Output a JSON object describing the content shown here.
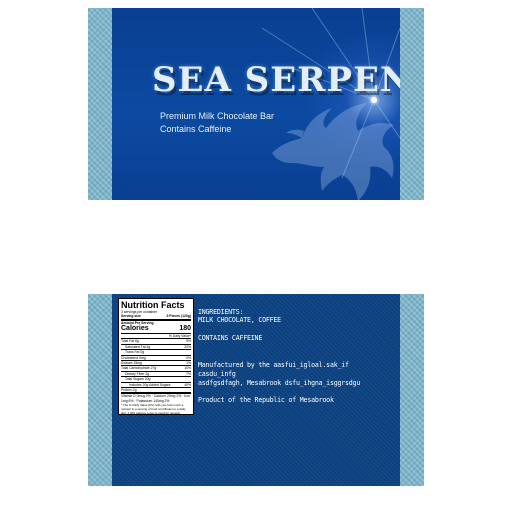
{
  "front": {
    "brand_title": "SEA SERPENT",
    "line1": "Premium Milk Chocolate Bar",
    "line2": "Contains Caffeine"
  },
  "back": {
    "nutrition": {
      "title": "Nutrition Facts",
      "servings_per_container": "3 servings per container",
      "serving_size_label": "Serving size",
      "serving_size_value": "3 Pieces (120g)",
      "amount_per_serving": "Amount Per Serving",
      "calories_label": "Calories",
      "calories_value": "180",
      "dv_header": "% Daily Value*",
      "rows": [
        {
          "label": "Total Fat 8g",
          "dv": "9%",
          "cls": "nf-row"
        },
        {
          "label": "Saturated Fat 4g",
          "dv": "20%",
          "cls": "nf-row indent"
        },
        {
          "label": "Trans Fat 0g",
          "dv": "",
          "cls": "nf-row indent"
        },
        {
          "label": "Cholesterol 0mg",
          "dv": "0%",
          "cls": "nf-row"
        },
        {
          "label": "Sodium 15mg",
          "dv": "1%",
          "cls": "nf-row"
        },
        {
          "label": "Total Carbohydrate 27g",
          "dv": "10%",
          "cls": "nf-row"
        },
        {
          "label": "Dietary Fiber 2g",
          "dv": "7%",
          "cls": "nf-row indent"
        },
        {
          "label": "Total Sugars 20g",
          "dv": "",
          "cls": "nf-row indent"
        },
        {
          "label": "Includes 20g Added Sugars",
          "dv": "40%",
          "cls": "nf-row indent2"
        },
        {
          "label": "Protein 2g",
          "dv": "",
          "cls": "nf-row"
        }
      ],
      "vitamins": "Vitamin D 0mcg 0% · Calcium 20mg 2% · Iron 1mg 6% · Potassium 140mg 2%",
      "footnote": "* The % Daily Value (DV) tells you how much a nutrient in a serving of food contributes to a daily diet. 2,000 calories a day is used for general nutrition advice."
    },
    "ingredients_label": "INGREDIENTS:",
    "ingredients": "MILK CHOCOLATE, COFFEE",
    "contains": "CONTAINS CAFFEINE",
    "mfr_line1": "Manufactured by the aasfui_igloal.sak_if",
    "mfr_line2": "casdu_infg",
    "mfr_line3": "asdfgsdfagh, Mesabrook dsfu_ihgna_isggrsdgu",
    "origin": "Product of the Republic of Mesabrook"
  },
  "colors": {
    "front_bg": "#0b4aa0",
    "back_bg": "#0d4485",
    "border": "#7eb8cf",
    "title_text": "#e3eefb"
  },
  "icons": [
    "sea-serpent-dragon-icon",
    "light-flare-icon"
  ]
}
